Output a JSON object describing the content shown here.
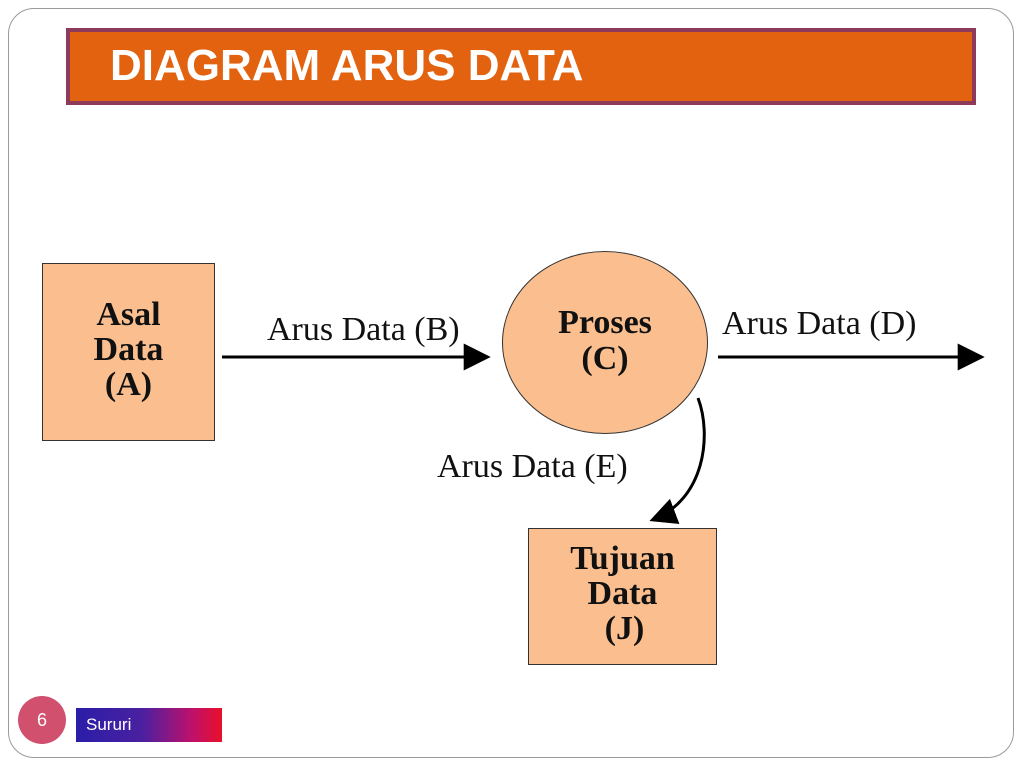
{
  "title": "DIAGRAM ARUS DATA",
  "source": {
    "lines": [
      "Asal",
      "Data",
      "(A)"
    ]
  },
  "process": {
    "lines": [
      "Proses",
      "(C)"
    ]
  },
  "destination": {
    "lines": [
      "Tujuan",
      "Data",
      "(J)"
    ]
  },
  "flows": {
    "b": "Arus Data (B)",
    "d": "Arus Data (D)",
    "e": "Arus Data (E)"
  },
  "footer": {
    "page_number": "6",
    "author": "Sururi"
  },
  "colors": {
    "title_background": "#e2620f",
    "title_border": "#8e3a5a",
    "shape_fill": "#fbbf8f",
    "badge": "#d0506e"
  }
}
